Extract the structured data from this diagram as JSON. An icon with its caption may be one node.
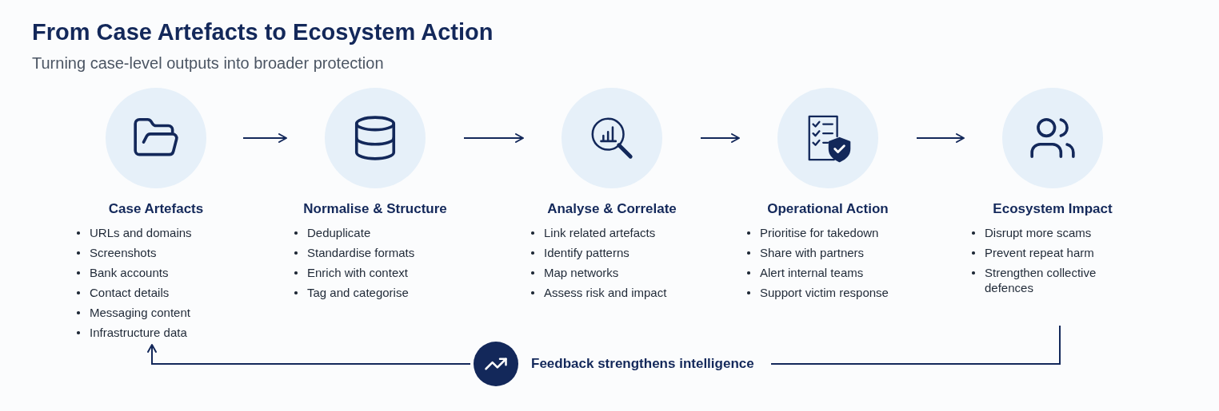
{
  "diagram": {
    "title": "From Case Artefacts to Ecosystem Action",
    "caption": "Turning case-level outputs into broader protection",
    "nodes": [
      {
        "text": [
          "Case Artefacts",
          "URLs and domains",
          "Screenshots",
          "Bank accounts",
          "Contact details",
          "Messaging content",
          "Infrastructure data"
        ]
      },
      {
        "text": [
          "Normalise & Structure",
          "Deduplicate",
          "Standardise formats",
          "Enrich with context",
          "Tag and categorise"
        ]
      },
      {
        "text": [
          "Analyse & Correlate",
          "Link related artefacts",
          "Identify patterns",
          "Map networks",
          "Assess risk and impact"
        ]
      },
      {
        "text": [
          "Operational Action",
          "Prioritise for takedown",
          "Share with partners",
          "Alert internal teams",
          "Support victim response"
        ]
      },
      {
        "text": [
          "Ecosystem Impact",
          "Disrupt more scams",
          "Prevent repeat harm",
          "Strengthen collective defences"
        ]
      },
      {
        "text": [
          "Feedback strengthens intelligence"
        ]
      }
    ],
    "edges": [
      {
        "from": 0,
        "to": 1,
        "arrow": "to"
      },
      {
        "from": 1,
        "to": 2,
        "arrow": "to"
      },
      {
        "from": 2,
        "to": 3,
        "arrow": "to"
      },
      {
        "from": 3,
        "to": 4,
        "arrow": "to"
      },
      {
        "from": 4,
        "to": 5,
        "arrow": "none"
      },
      {
        "from": 5,
        "to": 0,
        "arrow": "to"
      }
    ]
  }
}
